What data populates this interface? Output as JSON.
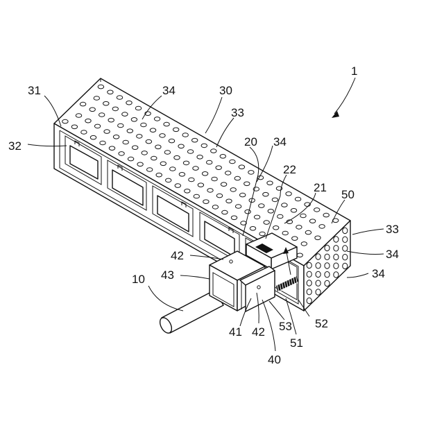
{
  "figure": {
    "labels": [
      {
        "id": "label-1",
        "text": "1"
      },
      {
        "id": "label-31",
        "text": "31"
      },
      {
        "id": "label-34-top",
        "text": "34"
      },
      {
        "id": "label-30",
        "text": "30"
      },
      {
        "id": "label-33-top",
        "text": "33"
      },
      {
        "id": "label-32",
        "text": "32"
      },
      {
        "id": "label-20",
        "text": "20"
      },
      {
        "id": "label-34-mid",
        "text": "34"
      },
      {
        "id": "label-22",
        "text": "22"
      },
      {
        "id": "label-21",
        "text": "21"
      },
      {
        "id": "label-50",
        "text": "50"
      },
      {
        "id": "label-33-right",
        "text": "33"
      },
      {
        "id": "label-34-right1",
        "text": "34"
      },
      {
        "id": "label-34-right2",
        "text": "34"
      },
      {
        "id": "label-42-upper",
        "text": "42"
      },
      {
        "id": "label-43",
        "text": "43"
      },
      {
        "id": "label-10",
        "text": "10"
      },
      {
        "id": "label-52",
        "text": "52"
      },
      {
        "id": "label-53",
        "text": "53"
      },
      {
        "id": "label-41",
        "text": "41"
      },
      {
        "id": "label-42-lower",
        "text": "42"
      },
      {
        "id": "label-51",
        "text": "51"
      },
      {
        "id": "label-40",
        "text": "40"
      }
    ]
  }
}
